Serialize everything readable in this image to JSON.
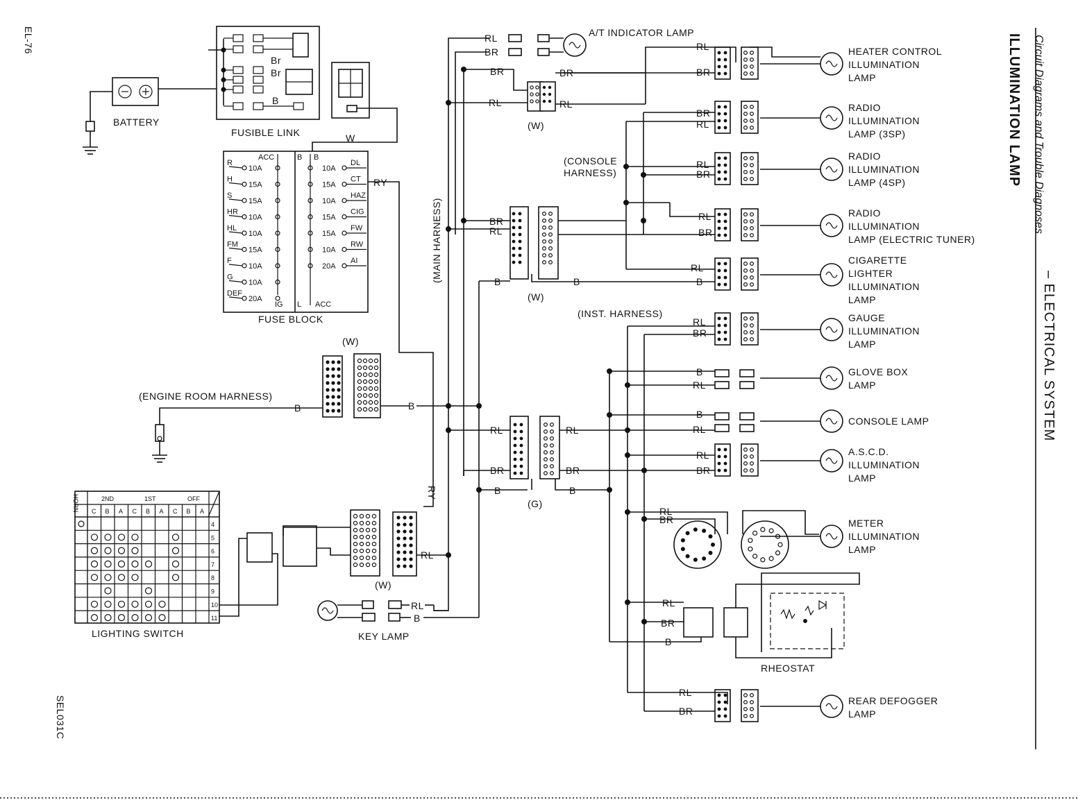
{
  "page": {
    "code": "EL-76",
    "figure_id": "SEL031C",
    "running_head": "Circuit Diagrams and Trouble Diagnoses",
    "section": "– ELECTRICAL SYSTEM",
    "title": "ILLUMINATION LAMP"
  },
  "components": {
    "battery": "BATTERY",
    "fusible_link": "FUSIBLE LINK",
    "fuse_block": "FUSE BLOCK",
    "lighting_switch": "LIGHTING SWITCH",
    "key_lamp": "KEY LAMP",
    "rheostat": "RHEOSTAT"
  },
  "harnesses": {
    "engine_room": "(ENGINE ROOM HARNESS)",
    "main": "(MAIN HARNESS)",
    "console_1": "(CONSOLE",
    "console_2": "HARNESS)",
    "inst": "(INST. HARNESS)",
    "w": "(W)",
    "g": "(G)"
  },
  "wire_colors": {
    "RL": "RL",
    "BR": "BR",
    "B": "B",
    "W": "W",
    "RY": "RY",
    "Br": "Br"
  },
  "fuse_block": {
    "left_letters": [
      "R",
      "H",
      "S",
      "HR",
      "HL",
      "FM",
      "F",
      "G",
      "DEF"
    ],
    "left_ratings": [
      "10A",
      "15A",
      "15A",
      "10A",
      "10A",
      "15A",
      "10A",
      "10A",
      "20A"
    ],
    "right_letters": [
      "DL",
      "CT",
      "HAZ",
      "CIG",
      "FW",
      "RW",
      "AI"
    ],
    "right_ratings": [
      "10A",
      "15A",
      "10A",
      "15A",
      "15A",
      "10A",
      "20A"
    ],
    "top_acc": "ACC",
    "top_b": "B",
    "bottom_ig": "IG",
    "bottom_l": "L",
    "bottom_acc": "ACC"
  },
  "lighting_switch_table": {
    "horn": "HORN",
    "positions": [
      "2ND",
      "1ST",
      "OFF"
    ],
    "columns": [
      "C",
      "B",
      "A",
      "C",
      "B",
      "A",
      "C",
      "B",
      "A"
    ],
    "rows": [
      "4",
      "5",
      "6",
      "7",
      "8",
      "9",
      "10",
      "11"
    ]
  },
  "lamps": {
    "at_indicator": "A/T INDICATOR LAMP",
    "heater": [
      "HEATER CONTROL",
      "ILLUMINATION",
      "LAMP"
    ],
    "radio_3sp": [
      "RADIO",
      "ILLUMINATION",
      "LAMP (3SP)"
    ],
    "radio_4sp": [
      "RADIO",
      "ILLUMINATION",
      "LAMP (4SP)"
    ],
    "radio_tuner": [
      "RADIO",
      "ILLUMINATION",
      "LAMP (ELECTRIC TUNER)"
    ],
    "cigarette": [
      "CIGARETTE",
      "LIGHTER",
      "ILLUMINATION",
      "LAMP"
    ],
    "gauge": [
      "GAUGE",
      "ILLUMINATION",
      "LAMP"
    ],
    "glove_box": [
      "GLOVE BOX",
      "LAMP"
    ],
    "console": [
      "CONSOLE LAMP"
    ],
    "ascd": [
      "A.S.C.D.",
      "ILLUMINATION",
      "LAMP"
    ],
    "meter": [
      "METER",
      "ILLUMINATION",
      "LAMP"
    ],
    "rear_defogger": [
      "REAR DEFOGGER",
      "LAMP"
    ]
  }
}
